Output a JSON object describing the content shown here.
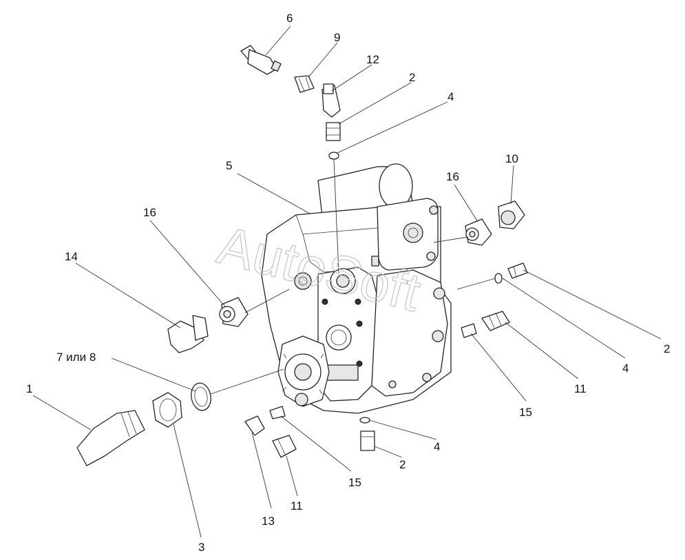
{
  "watermark": "AutoSoft",
  "callouts": {
    "c1": "1",
    "c2a": "2",
    "c2b": "2",
    "c2c": "2",
    "c3": "3",
    "c4a": "4",
    "c4b": "4",
    "c4c": "4",
    "c5": "5",
    "c6": "6",
    "c7or8": "7 или 8",
    "c9": "9",
    "c10": "10",
    "c11a": "11",
    "c11b": "11",
    "c12": "12",
    "c13": "13",
    "c14": "14",
    "c15a": "15",
    "c15b": "15",
    "c16a": "16",
    "c16b": "16"
  }
}
